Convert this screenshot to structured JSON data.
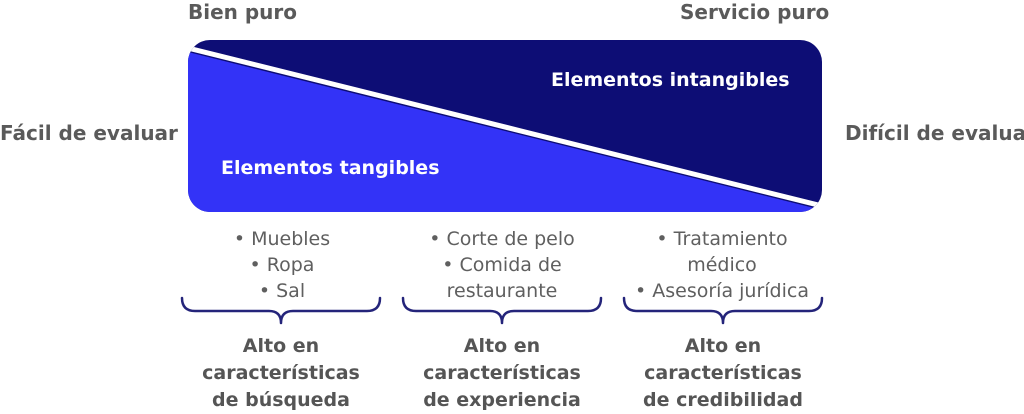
{
  "top_labels": {
    "left": "Bien puro",
    "right": "Servicio puro"
  },
  "side_labels": {
    "left": "Fácil de evaluar",
    "right": "Difícil de evaluar"
  },
  "regions": {
    "intangible": "Elementos intangibles",
    "tangible": "Elementos tangibles"
  },
  "colors": {
    "intangible": "#0d0d75",
    "tangible": "#3333f7",
    "bracket": "#24247a",
    "text": "#555555"
  },
  "groups": [
    {
      "examples": [
        "• Muebles",
        "• Ropa",
        "• Sal"
      ],
      "characteristic": [
        "Alto en",
        "características",
        "de búsqueda"
      ]
    },
    {
      "examples": [
        "• Corte de pelo",
        "• Comida de",
        "restaurante"
      ],
      "characteristic": [
        "Alto en",
        "características",
        "de experiencia"
      ]
    },
    {
      "examples": [
        "• Tratamiento",
        "médico",
        "• Asesoría jurídica"
      ],
      "characteristic": [
        "Alto en",
        "características",
        "de credibilidad"
      ]
    }
  ]
}
